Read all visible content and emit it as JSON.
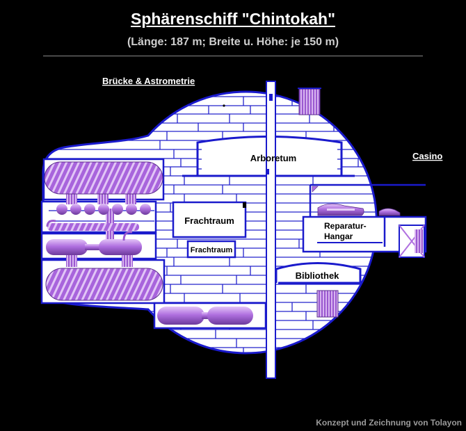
{
  "header": {
    "title": "Sphärenschiff \"Chintokah\"",
    "subtitle": "(Länge: 187 m; Breite u. Höhe: je 150 m)"
  },
  "callouts": {
    "bridge": "Brücke & Astrometrie",
    "casino": "Casino"
  },
  "rooms": {
    "arboretum": "Arboretum",
    "cargo_main": "Frachtraum",
    "cargo_small": "Frachtraum",
    "repair_line1": "Reparatur-",
    "repair_line2": "Hangar",
    "library": "Bibliothek"
  },
  "footer": {
    "credit": "Konzept und Zeichnung von Tolayon"
  },
  "colors": {
    "hull_line": "#1a1acc",
    "hull_fill": "#ffffff",
    "module": "#b070e0",
    "background": "#000000"
  }
}
